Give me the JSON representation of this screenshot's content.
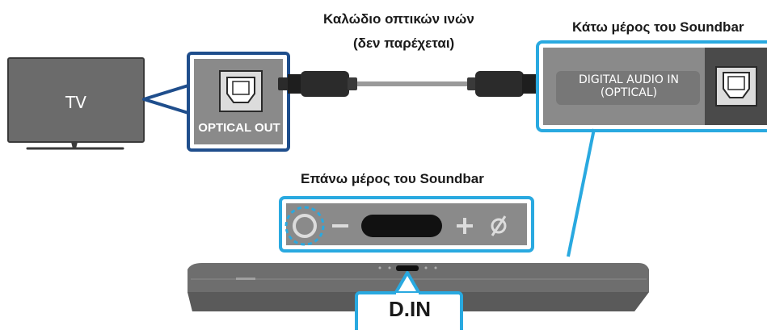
{
  "labels": {
    "cable_line1": "Καλώδιο οπτικών ινών",
    "cable_line2": "(δεν παρέχεται)",
    "bottom_title": "Κάτω μέρος του Soundbar",
    "top_title": "Επάνω μέρος του Soundbar",
    "tv": "TV",
    "optical_out": "OPTICAL OUT",
    "digital_audio_line1": "DIGITAL AUDIO IN",
    "digital_audio_line2": "(OPTICAL)",
    "din": "D.IN"
  },
  "colors": {
    "tv_highlight": "#1f4e8c",
    "soundbar_highlight": "#29a9e0",
    "panel_gray": "#8a8a8a",
    "tv_screen": "#6b6b6b",
    "soundbar_body": "#6e6e6e"
  },
  "icons": [
    "optical-port-icon",
    "power-button-icon",
    "minus-icon",
    "plus-icon",
    "mute-icon"
  ]
}
